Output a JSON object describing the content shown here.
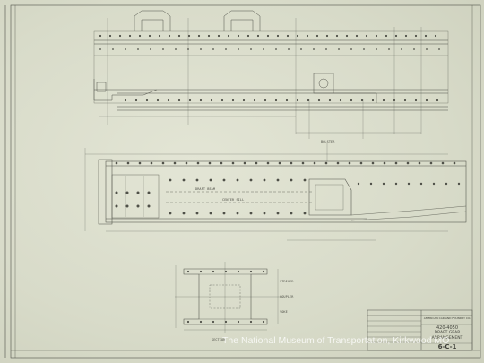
{
  "watermark": {
    "text": "The National Museum of Transportation, Kirkwood MO"
  },
  "title_block": {
    "company": "AMERICAN CAR AND FOUNDRY CO.",
    "drawing_number": "420-4050",
    "title_line1": "DRAFT GEAR",
    "title_line2": "ARRANGEMENT",
    "sheet_code": "6-C-1"
  },
  "labels": {
    "bolster": "BOLSTER",
    "draft_beam": "DRAFT BEAM",
    "center_sill": "CENTER SILL",
    "section": "SECTION",
    "striker": "STRIKER",
    "coupler": "COUPLER",
    "yoke": "YOKE"
  },
  "colors": {
    "paper": "#d9dccb",
    "ink": "#4f5048"
  }
}
